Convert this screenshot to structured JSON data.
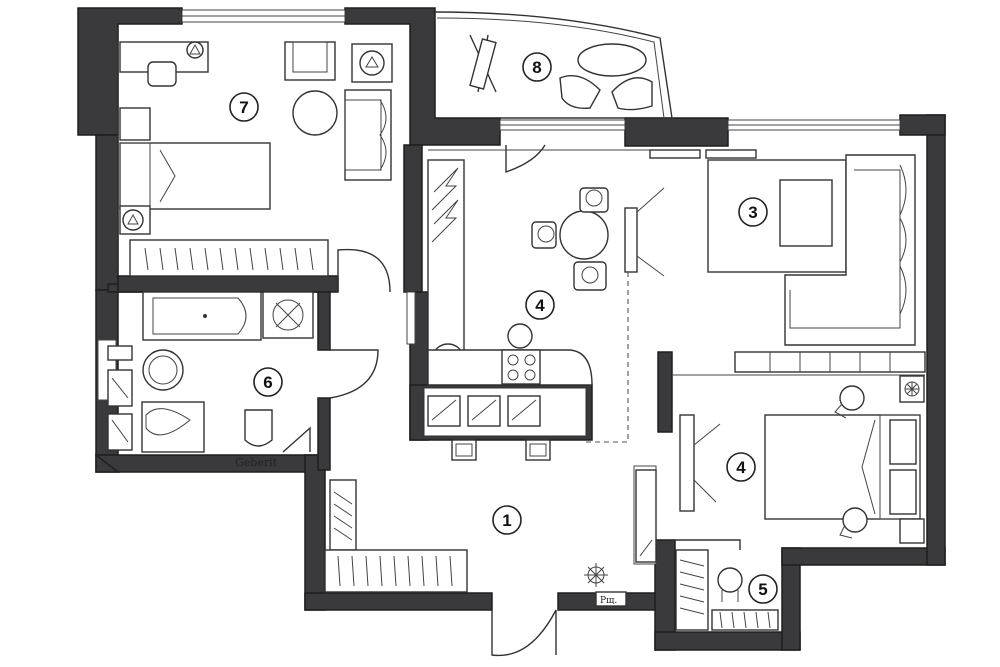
{
  "rooms": [
    {
      "id": "room-1",
      "number": "1"
    },
    {
      "id": "room-3",
      "number": "3"
    },
    {
      "id": "room-4-kitchen",
      "number": "4"
    },
    {
      "id": "room-4-bedroom",
      "number": "4"
    },
    {
      "id": "room-5",
      "number": "5"
    },
    {
      "id": "room-6",
      "number": "6"
    },
    {
      "id": "room-7",
      "number": "7"
    },
    {
      "id": "room-8",
      "number": "8"
    }
  ],
  "labels": {
    "toilet_brand": "Geberit",
    "panel": "Рщ."
  }
}
